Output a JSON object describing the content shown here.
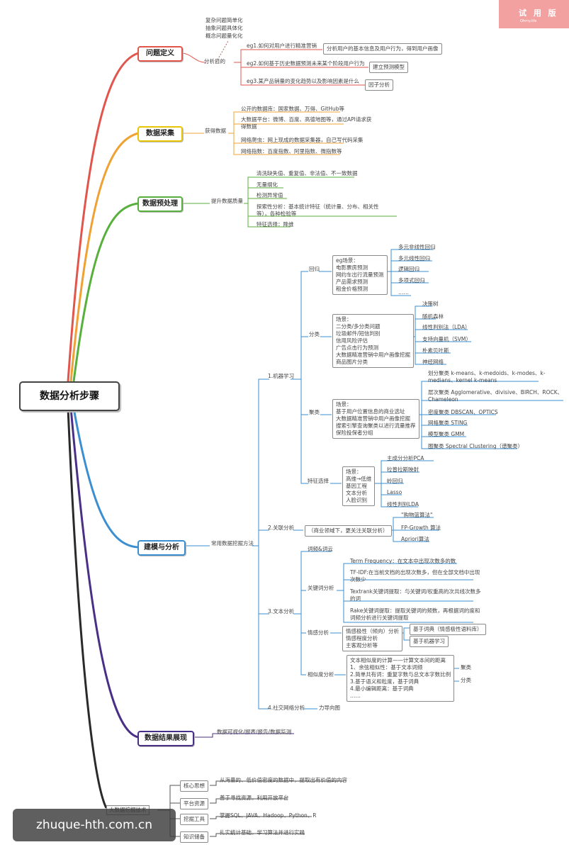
{
  "watermark_ribbon": {
    "main": "试 用 版",
    "sub": "Ohmy.life"
  },
  "watermark_site": "zhuque-hth.com.cn",
  "root": "数据分析步骤",
  "problem": {
    "title": "问题定义",
    "purpose": "分析目的",
    "goals": [
      "复杂问题简单化",
      "抽象问题具体化",
      "概念问题量化化"
    ],
    "eg1": "eg1.如何对用户进行精准营销",
    "eg1_r": "分析用户的基本信息及用户行为，得到用户画像",
    "eg2": "eg2.如何基于历史数据预测未来某个阶段用户行为",
    "eg2_r": "建立预测模型",
    "eg3": "eg3.某产品销量的变化趋势以及影响因素是什么",
    "eg3_r": "因子分析"
  },
  "collect": {
    "title": "数据采集",
    "sub": "获得数据",
    "items": [
      "公开的数据库：国家数据、万得、GitHub等",
      "大数据平台：微博、百度、高德地图等，通过API请求获\n得数据",
      "网络爬虫：网上现成的数据采集器，自己写代码采集",
      "网络指数：百度指数、阿里指数、微指数等"
    ]
  },
  "prep": {
    "title": "数据预处理",
    "sub": "提升数据质量",
    "items": [
      "清洗缺失值、重复值、非法值、不一致数据",
      "无量纲化",
      "检测异常值",
      "探索性分析：基本统计特征（统计量、分布、相关性\n等），各种检验等",
      "特征选择：降维"
    ]
  },
  "model": {
    "title": "建模与分析",
    "sub": "常用数据挖掘方法",
    "ml": "1.机器学习",
    "regression": "回归",
    "reg_box": "eg场景：\n电影票房预测\n网约车出行流量预测\n产品需求预测\n租金价格预测",
    "reg_items": [
      "多元非线性回归",
      "多元线性回归",
      "逻辑回归",
      "多项式回归",
      "……"
    ],
    "classify": "分类",
    "cls_box": "场景：\n二分类/多分类问题\n垃圾邮件/短信判别\n信用风险评估\n广告点击行为预测\n大数据精准营销中用户画像挖掘\n商品图片分类",
    "cls_items": [
      "决策树",
      "随机森林",
      "线性判别法（LDA）",
      "支持向量机（SVM）",
      "朴素贝叶斯",
      "神经网络"
    ],
    "cluster": "聚类",
    "clu_box": "场景：\n基于用户位置信息的商业选址\n大数据精准营销中用户画像挖掘\n搜索引擎查询聚类以进行流量推荐\n保险投保者分组",
    "clu_items": [
      "划分聚类 k-means、k-medoids、k-modes、k-\nmedians、kernel k-means",
      "层次聚类 Agglomerative、divisive、BIRCH、ROCK、\nChameleon",
      "密度聚类 DBSCAN、OPTICS",
      "网格聚类 STING",
      "模型聚类 GMM",
      "图聚类 Spectral Clustering（谱聚类）"
    ],
    "feature": "特征选择",
    "fea_box": "场景：\n高维→低维\n基因工程\n文本分析\n人脸识别",
    "fea_items": [
      "主成分分析PCA",
      "拉普拉斯映射",
      "岭回归",
      "Lasso",
      "线性判别LDA"
    ],
    "assoc": "2.关联分析",
    "assoc_box": "（商业领域下，更关注关联分析）",
    "assoc_items": [
      "\"购物篮算法\"",
      "FP-Growth 算法",
      "Apriori算法"
    ],
    "text": "3.文本分析",
    "wordcloud": "词频&词云",
    "keyword": "关键词分析",
    "kw_items": [
      "Term Frequency：在文本中出现次数多的数",
      "TF-IDF:在当前文档的出现次数多，但在全部文档中出现\n次数少",
      "Textrank关键词提取：与关键词/权重高的次共线次数多\n的词",
      "Rake关键词提取：提取关键词的频数，再根据词的度和\n词频分析进行关键词提取"
    ],
    "sentiment": "情感分析",
    "sen_box": "情感极性（倾向）分析\n情感程度分析\n主客观分析等",
    "sen_items": [
      "基于词典（情感极性语料库）",
      "基于机器学习"
    ],
    "similarity": "相似度分析",
    "sim_box": "文本相似度的计算——计算文本间的距离\n1、余弦相似性：基于文本词频\n2.简单共有词：重复字数与总文本字数比例\n3.基于语义和粒度，基于词典\n4.最小编辑距离：基于词典\n……",
    "sim_items": [
      "聚类",
      "分类"
    ],
    "social": "4.社交网络分析",
    "social_r": "力导向图"
  },
  "show": {
    "title": "数据结果展现",
    "sub": "数据可视化/报表/报告/数据监测"
  },
  "bigdata": {
    "title": "大数据挖掘技术",
    "items": [
      {
        "k": "核心思想",
        "v": "从海量的、低价值密度的数据中，提取出有价值的内容"
      },
      {
        "k": "平台资源",
        "v": "善于寻找资源，利用开放平台"
      },
      {
        "k": "挖掘工具",
        "v": "掌握SQL、JAVA、Hadoop、Python、R"
      },
      {
        "k": "知识储备",
        "v": "扎实统计基础，学习算法并进行实践"
      }
    ]
  },
  "colors": {
    "red": "#e2554c",
    "orange": "#f0a133",
    "yellow": "#e9c400",
    "green": "#58b03c",
    "blue": "#3b8fd1",
    "purple": "#4a2f86",
    "dark": "#2a2a2a"
  }
}
